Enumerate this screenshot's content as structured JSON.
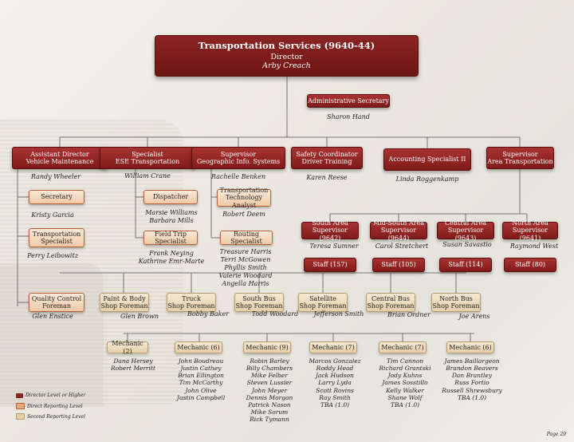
{
  "director": {
    "title": "Transportation Services (9640-44)",
    "role": "Director",
    "name": "Arby Creach"
  },
  "admin": {
    "title": "Administrative Secretary",
    "name": "Sharon Hand"
  },
  "row1": [
    {
      "title": "Assistant Director\nVehicle Maintenance",
      "name": "Randy Wheeler"
    },
    {
      "title": "Specialist\nESE Transportation",
      "name": "William Crane"
    },
    {
      "title": "Supervisor\nGeographic Info. Systems",
      "name": "Rachelle Benken"
    },
    {
      "title": "Safety Coordinator\nDriver Training",
      "name": "Karen Reese"
    },
    {
      "title": "Accounting Specialist II",
      "name": "Linda Roggenkamp"
    },
    {
      "title": "Supervisor\nArea Transportation",
      "name": ""
    }
  ],
  "vm": [
    {
      "title": "Secretary",
      "name": "Kristy Garcia"
    },
    {
      "title": "Transportation\nSpecialist",
      "name": "Perry Leibowitz"
    },
    {
      "title": "Quality Control\nForeman",
      "name": "Glen Enstice"
    }
  ],
  "ese": [
    {
      "title": "Dispatcher",
      "name": "Marsie Williams\nBarbara Mills"
    },
    {
      "title": "Field Trip Specialist",
      "name": "Frank Neying\nKathrine Emr-Marte"
    }
  ],
  "gis": [
    {
      "title": "Transportation\nTechnology Analyst",
      "name": "Robert Deem"
    },
    {
      "title": "Routing Specialist",
      "name": "Treasure Harris\nTerri McGowen\nPhyllis Smith\nValerie Woodard\nAngella Harris"
    }
  ],
  "areas": [
    {
      "title": "South Area\nSupervisor (9642)",
      "name": "Teresa Sumner",
      "staff": "Staff (157)"
    },
    {
      "title": "Mid-South Area\nSupervisor (9644)",
      "name": "Carol Stretchert",
      "staff": "Staff (105)"
    },
    {
      "title": "Central Area\nSupervisor (9643)",
      "name": "Susan Savastio",
      "staff": "Staff (114)"
    },
    {
      "title": "North Area\nSupervisor (9641)",
      "name": "Raymond West",
      "staff": "Staff (80)"
    }
  ],
  "foremen": [
    {
      "title": "Paint & Body\nShop Foreman",
      "name": "Glen Brown"
    },
    {
      "title": "Truck\nShop Foreman",
      "name": "Bobby Baker"
    },
    {
      "title": "South Bus\nShop Foreman",
      "name": "Todd Woodard"
    },
    {
      "title": "Satellite\nShop Foreman",
      "name": "Jefferson Smith"
    },
    {
      "title": "Central Bus\nShop Foreman",
      "name": "Brian Ordner"
    },
    {
      "title": "North Bus\nShop Foreman",
      "name": "Joe Arens"
    }
  ],
  "mechanics": [
    {
      "title": "Mechanic (2)",
      "names": "Dana Hersey\nRobert Merritt"
    },
    {
      "title": "Mechanic (6)",
      "names": "John Boudreau\nJustin Cathey\nBrian Ellington\nTim McCarthy\nJohn Olive\nJustin Campbell"
    },
    {
      "title": "Mechanic (9)",
      "names": "Robin Barley\nBilly Chambers\nMike Felber\nSteven Lussier\nJohn Meyer\nDennis Morgan\nPatrick Nason\nMike Sorum\nRick Tymann"
    },
    {
      "title": "Mechanic (7)",
      "names": "Marcos Gonzalez\nRoddy Head\nJack Hudson\nLarry Lyda\nScott Rovins\nRay Smith\nTBA (1.0)"
    },
    {
      "title": "Mechanic (7)",
      "names": "Tim Cannon\nRichard Grantski\nJody Kuhns\nJames Sosstillo\nKelly Walker\nShane Wolf\nTBA (1.0)"
    },
    {
      "title": "Mechanic (6)",
      "names": "James Baillargeon\nBrandon Beavers\nDan Brantley\nRuss Fortio\nRussell Shrewsbury\nTBA (1.0)"
    }
  ],
  "legend": [
    {
      "label": "Director Level or Higher",
      "color": "#8a2523"
    },
    {
      "label": "Direct Reporting Level",
      "color": "#e9a97a"
    },
    {
      "label": "Second Reporting Level",
      "color": "#e5cfa9"
    }
  ],
  "page": "Page 29"
}
